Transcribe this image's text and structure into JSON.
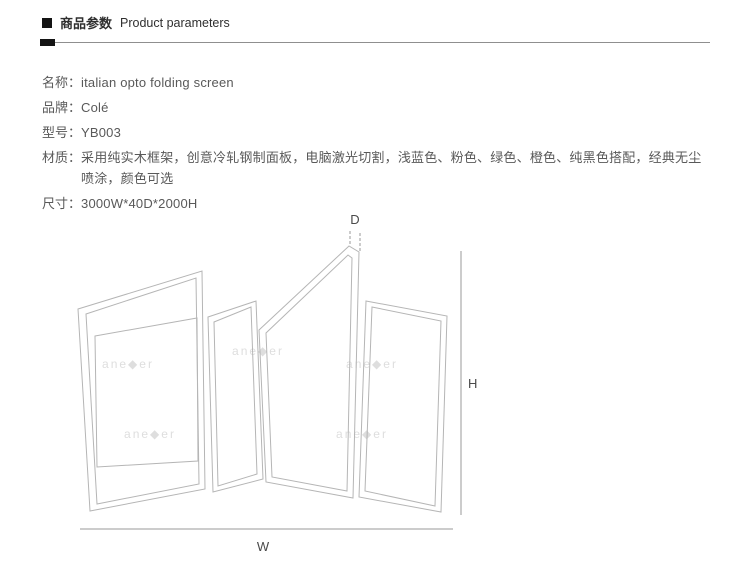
{
  "header": {
    "title_zh": "商品参数",
    "title_en": "Product parameters"
  },
  "params": [
    {
      "label": "名称：",
      "value": "italian opto folding screen"
    },
    {
      "label": "品牌：",
      "value": "Colé"
    },
    {
      "label": "型号：",
      "value": "YB003"
    },
    {
      "label": "材质：",
      "value": "采用纯实木框架，创意冷轧钢制面板，电脑激光切割，浅蓝色、粉色、绿色、橙色、纯黑色搭配，经典无尘喷涂，颜色可选"
    },
    {
      "label": "尺寸：",
      "value": "3000W*40D*2000H"
    }
  ],
  "diagram": {
    "dimension_depth": "D",
    "dimension_height": "H",
    "dimension_width": "W",
    "watermark": "ane◆er"
  },
  "colors": {
    "text": "#595959",
    "drawing_line": "#b5b5b5",
    "accent_black": "#141414"
  }
}
